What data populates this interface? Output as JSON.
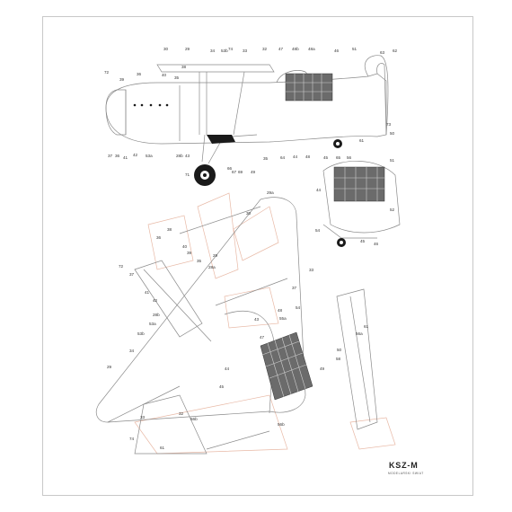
{
  "sheet": {
    "title": "",
    "brand": {
      "name": "KSZ-M",
      "tagline": "MODELARSKI SWIAT"
    }
  },
  "colors": {
    "line": "#9a9a9a",
    "ghost": "#e8b9a6",
    "panel": "#6b6b6b",
    "dark": "#1a1a1a"
  },
  "side_view_labels": [
    "30",
    "29",
    "34",
    "53b",
    "74",
    "33",
    "32",
    "47",
    "48b",
    "48a",
    "46",
    "51",
    "63",
    "62",
    "72",
    "39",
    "36",
    "40",
    "35",
    "38",
    "37",
    "36",
    "41",
    "42",
    "53a",
    "28b",
    "43",
    "35",
    "64",
    "44",
    "48",
    "45",
    "61",
    "50",
    "73",
    "71",
    "66",
    "67",
    "69",
    "49",
    "65",
    "56",
    "51",
    "44",
    "54",
    "45",
    "46",
    "52"
  ],
  "plan_view_labels": [
    "29a",
    "30",
    "38",
    "36",
    "40",
    "39",
    "35",
    "72",
    "37",
    "28a",
    "29",
    "33",
    "41",
    "42",
    "37",
    "28b",
    "53a",
    "53b",
    "43",
    "48",
    "55a",
    "54",
    "34",
    "47",
    "56a",
    "61",
    "44",
    "49",
    "50",
    "45",
    "29",
    "33",
    "32",
    "56b",
    "58",
    "74",
    "61",
    "56b"
  ]
}
